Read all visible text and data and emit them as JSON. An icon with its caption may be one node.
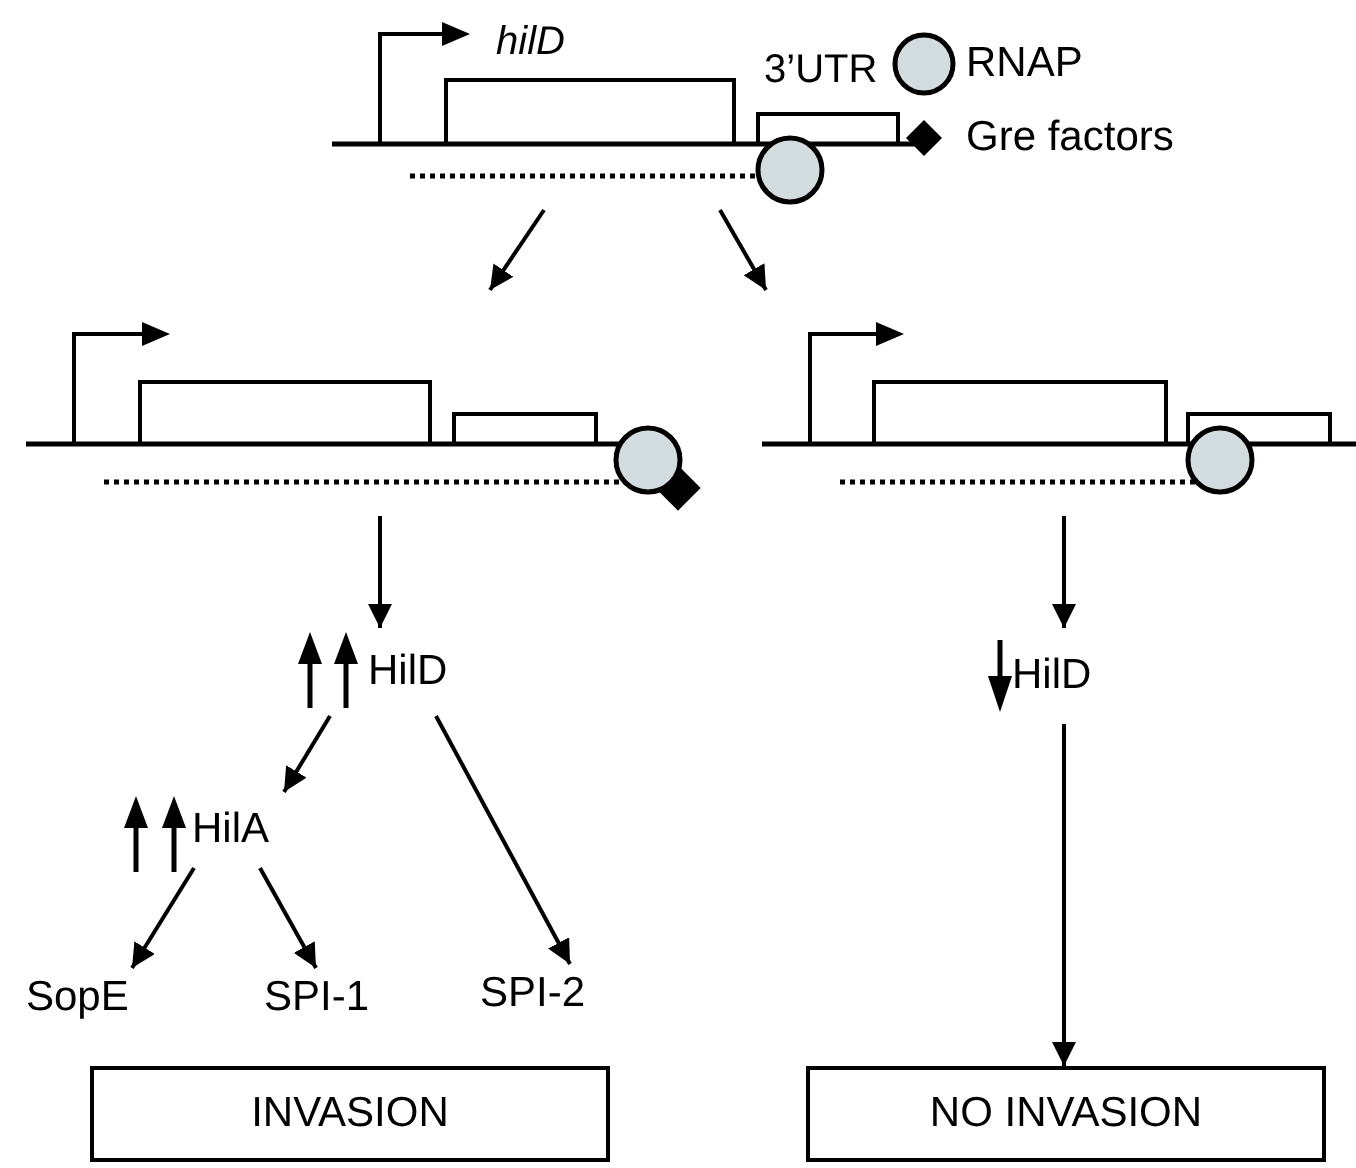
{
  "diagram": {
    "nodes": [
      {
        "text": [
          "hilD",
          "3’UTR"
        ]
      },
      {
        "text": [],
        "shape": "picture"
      },
      {
        "text": [],
        "shape": "picture"
      },
      {
        "text": [
          "HilD"
        ]
      },
      {
        "text": [
          "HilD"
        ]
      },
      {
        "text": [
          "HilA"
        ]
      },
      {
        "text": [
          "SopE"
        ]
      },
      {
        "text": [
          "SPI-1"
        ]
      },
      {
        "text": [
          "SPI-2"
        ]
      },
      {
        "text": [
          "INVASION"
        ]
      },
      {
        "text": [
          "NO INVASION"
        ]
      }
    ],
    "edges": [
      {
        "from": 0,
        "to": 1,
        "arrow": "to"
      },
      {
        "from": 0,
        "to": 2,
        "arrow": "to"
      },
      {
        "from": 1,
        "to": 3,
        "arrow": "to"
      },
      {
        "from": 2,
        "to": 4,
        "arrow": "to"
      },
      {
        "from": 3,
        "to": 5,
        "arrow": "to"
      },
      {
        "from": 3,
        "to": 8,
        "arrow": "to"
      },
      {
        "from": 5,
        "to": 6,
        "arrow": "to"
      },
      {
        "from": 5,
        "to": 7,
        "arrow": "to"
      },
      {
        "from": 4,
        "to": 10,
        "arrow": "to"
      }
    ],
    "legend": [
      {
        "text": "RNAP"
      },
      {
        "text": "Gre factors"
      }
    ]
  }
}
